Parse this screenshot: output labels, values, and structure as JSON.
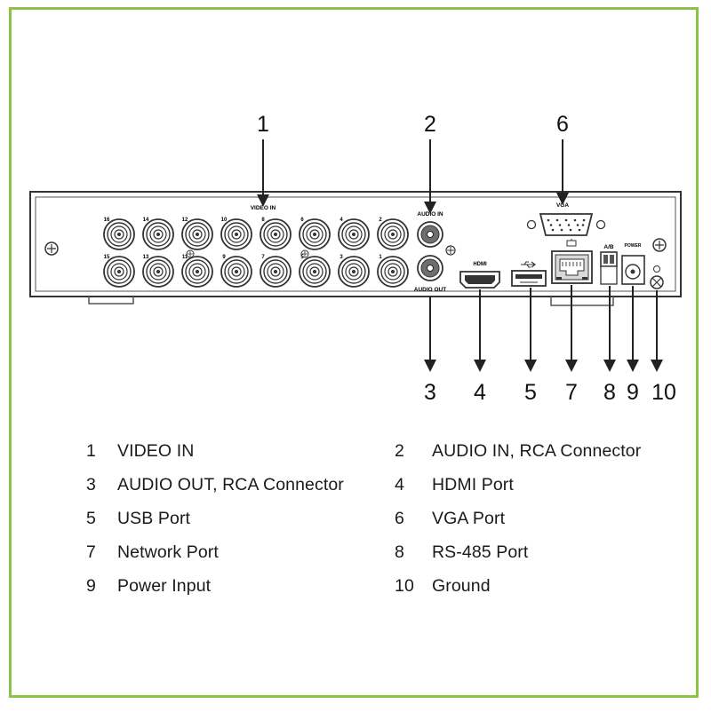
{
  "callout_numbers": [
    "1",
    "2",
    "3",
    "4",
    "5",
    "6",
    "7",
    "8",
    "9",
    "10"
  ],
  "panel_labels": {
    "video_in": "VIDEO IN",
    "audio_in": "AUDIO IN",
    "audio_out": "AUDIO OUT",
    "hdmi": "HDMI",
    "vga": "VGA",
    "rs485": "A/B",
    "power": "POWER"
  },
  "bnc_top_numbers": [
    "16",
    "14",
    "12",
    "10",
    "8",
    "6",
    "4",
    "2"
  ],
  "bnc_bottom_numbers": [
    "15",
    "13",
    "11",
    "9",
    "7",
    "5",
    "3",
    "1"
  ],
  "legend": [
    {
      "num": "1",
      "text": "VIDEO IN"
    },
    {
      "num": "2",
      "text": "AUDIO IN, RCA Connector"
    },
    {
      "num": "3",
      "text": "AUDIO OUT, RCA Connector"
    },
    {
      "num": "4",
      "text": "HDMI Port"
    },
    {
      "num": "5",
      "text": "USB Port"
    },
    {
      "num": "6",
      "text": "VGA Port"
    },
    {
      "num": "7",
      "text": "Network Port"
    },
    {
      "num": "8",
      "text": "RS-485 Port"
    },
    {
      "num": "9",
      "text": "Power Input"
    },
    {
      "num": "10",
      "text": "Ground"
    }
  ],
  "colors": {
    "frame": "#8cc24a",
    "line": "#333333",
    "panel": "#ffffff"
  }
}
